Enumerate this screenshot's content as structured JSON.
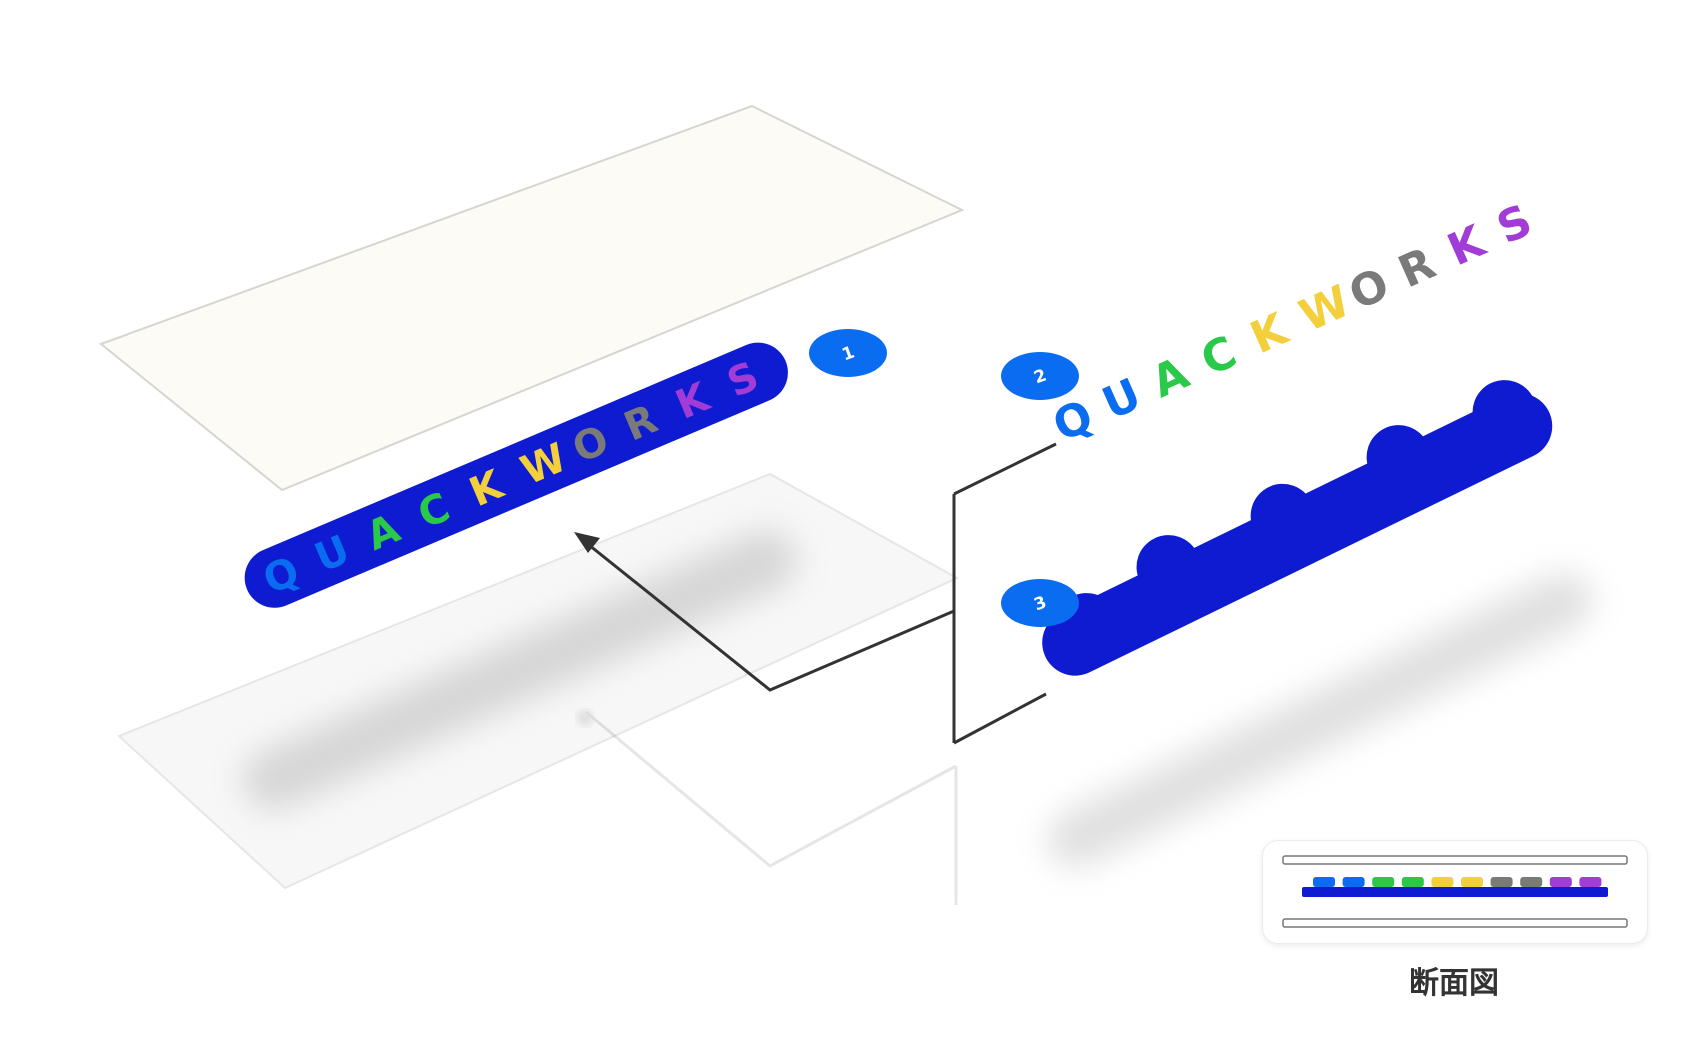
{
  "logo": {
    "letters": [
      "Q",
      "U",
      "A",
      "C",
      "K",
      "W",
      "O",
      "R",
      "K",
      "S"
    ],
    "colors": [
      "#0a6cf0",
      "#0a6cf0",
      "#2ac94a",
      "#2ac94a",
      "#f2cf3b",
      "#f2cf3b",
      "#7a7a7a",
      "#7a7a7a",
      "#a13cd6",
      "#a13cd6"
    ]
  },
  "badges": {
    "one": "1",
    "two": "2",
    "three": "3"
  },
  "cross_section": {
    "caption": "断面図",
    "segment_colors": [
      "#0a6cf0",
      "#0a6cf0",
      "#2ac94a",
      "#2ac94a",
      "#f2cf3b",
      "#f2cf3b",
      "#7a7a7a",
      "#7a7a7a",
      "#a13cd6",
      "#a13cd6"
    ]
  },
  "colors": {
    "badge": "#0a6cf0",
    "outline": "#0e1bd0",
    "paper": "#fcfbf6",
    "line": "#333333"
  }
}
